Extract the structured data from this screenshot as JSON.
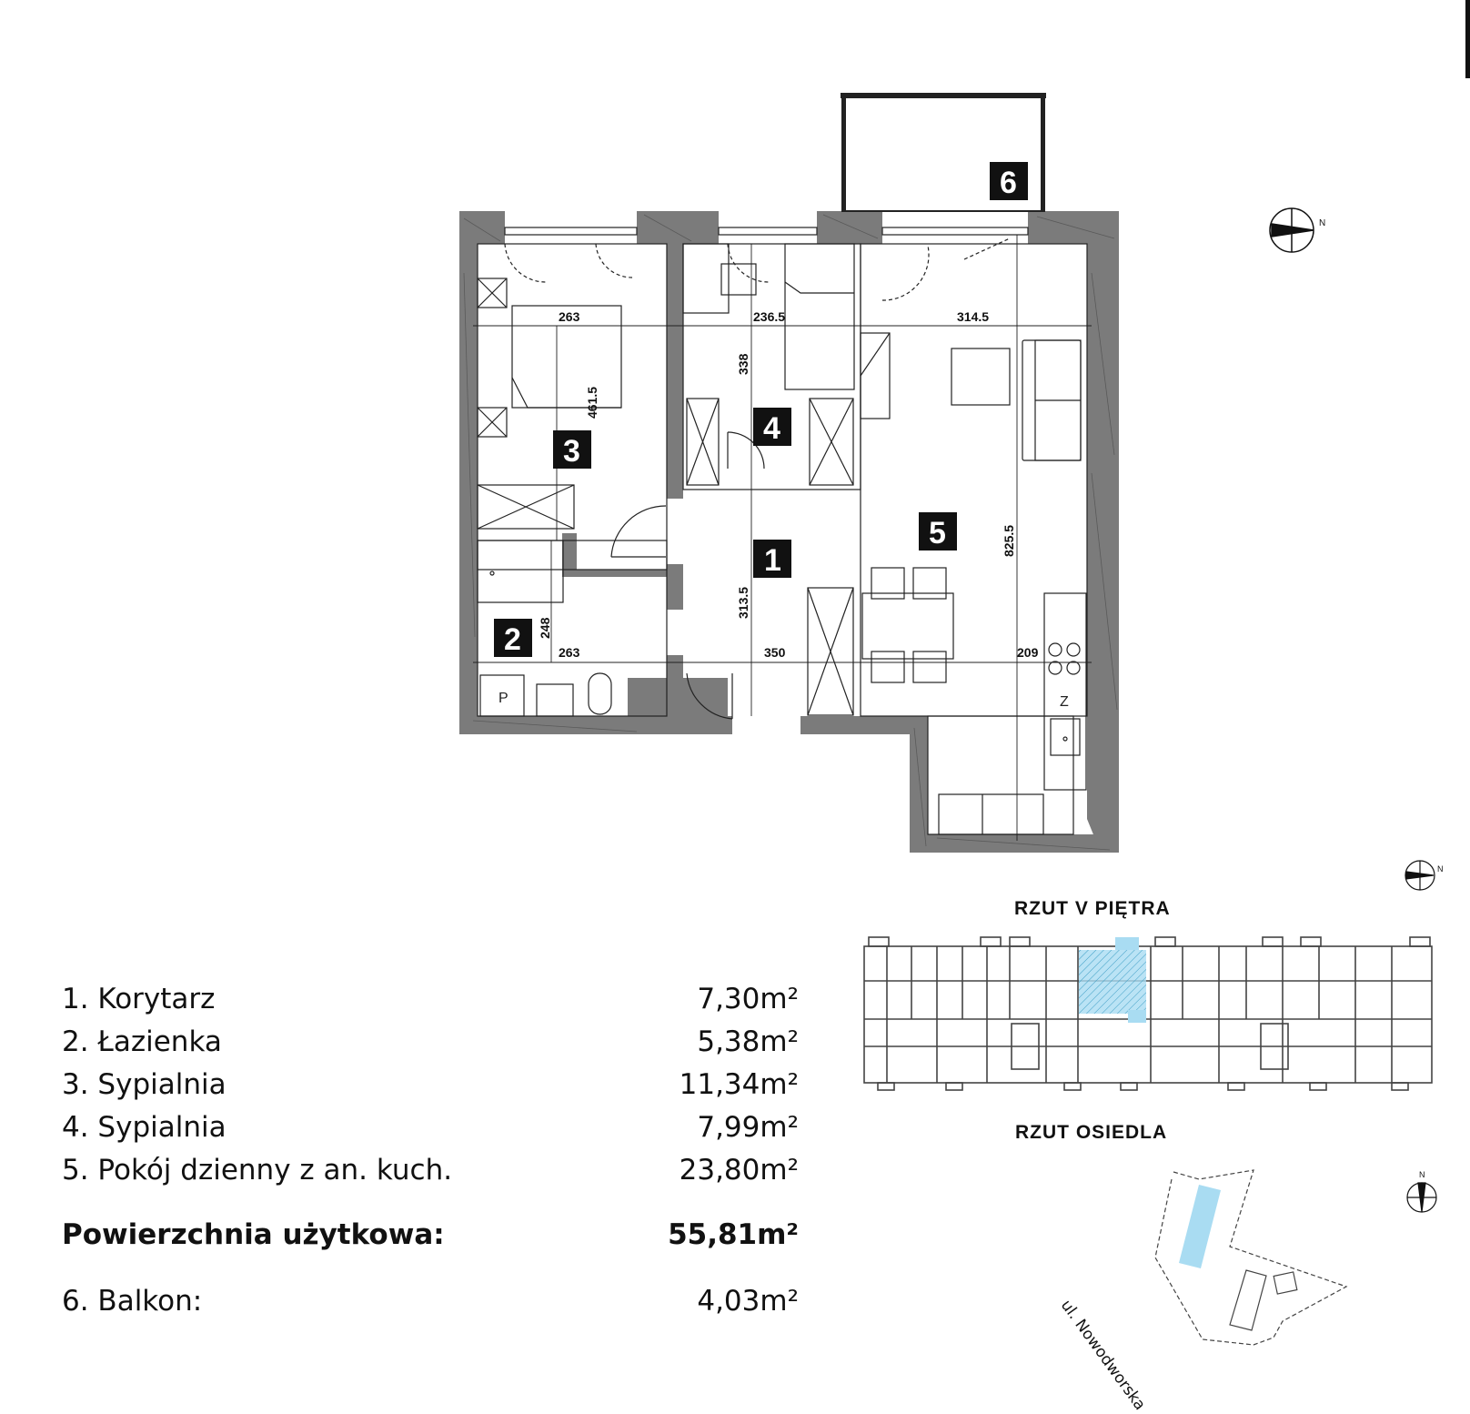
{
  "plan": {
    "room_labels": [
      "1",
      "2",
      "3",
      "4",
      "5",
      "6"
    ],
    "dimensions": [
      "263",
      "236.5",
      "314.5",
      "338",
      "461.5",
      "248",
      "263",
      "313.5",
      "350",
      "825.5",
      "209"
    ],
    "fixture_labels": {
      "washer": "P",
      "fridge": "Z"
    }
  },
  "floor_title": "RZUT V PIĘTRA",
  "site_title": "RZUT OSIEDLA",
  "street_label": "ul. Nowodworska",
  "rooms": [
    {
      "name": "1. Korytarz",
      "area": "7,30m²"
    },
    {
      "name": "2. Łazienka",
      "area": "5,38m²"
    },
    {
      "name": "3. Sypialnia",
      "area": "11,34m²"
    },
    {
      "name": "4. Sypialnia",
      "area": "7,99m²"
    },
    {
      "name": "5. Pokój dzienny z an. kuch.",
      "area": "23,80m²"
    }
  ],
  "total": {
    "name": "Powierzchnia użytkowa:",
    "area": "55,81m²"
  },
  "balcony": {
    "name": "6. Balkon:",
    "area": "4,03m²"
  },
  "colors": {
    "wall": "#7b7b7b",
    "highlight": "#a9dcf2",
    "label_bg": "#111111",
    "line": "#222222"
  },
  "icons": [
    "compass-icon",
    "north-arrow-icon"
  ]
}
